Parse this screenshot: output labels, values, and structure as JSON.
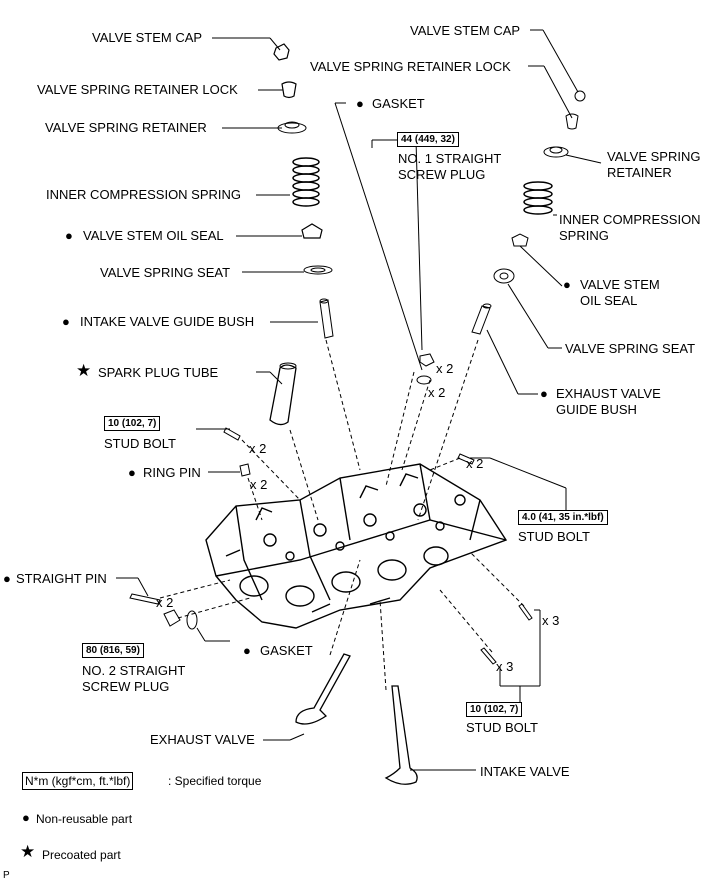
{
  "labels": {
    "valve_stem_cap_l": "VALVE STEM CAP",
    "retainer_lock_l": "VALVE SPRING RETAINER LOCK",
    "retainer_l": "VALVE SPRING RETAINER",
    "inner_spring_l": "INNER COMPRESSION SPRING",
    "oil_seal_l": "VALVE STEM OIL SEAL",
    "spring_seat_l": "VALVE SPRING SEAT",
    "intake_bush": "INTAKE VALVE GUIDE BUSH",
    "spark_tube": "SPARK PLUG TUBE",
    "stud_bolt_a": "STUD BOLT",
    "ring_pin": "RING PIN",
    "straight_pin": "STRAIGHT PIN",
    "no2_plug_1": "NO. 2 STRAIGHT",
    "no2_plug_2": "SCREW PLUG",
    "gasket_lower": "GASKET",
    "exhaust_valve": "EXHAUST VALVE",
    "intake_valve": "INTAKE VALVE",
    "gasket_upper": "GASKET",
    "no1_plug_1": "NO. 1 STRAIGHT",
    "no1_plug_2": "SCREW PLUG",
    "valve_stem_cap_r": "VALVE STEM CAP",
    "retainer_lock_r": "VALVE SPRING RETAINER LOCK",
    "retainer_r1": "VALVE SPRING",
    "retainer_r2": "RETAINER",
    "inner_spring_r1": "INNER COMPRESSION",
    "inner_spring_r2": "SPRING",
    "oil_seal_r1": "VALVE STEM",
    "oil_seal_r2": "OIL SEAL",
    "spring_seat_r": "VALVE SPRING SEAT",
    "exh_bush_1": "EXHAUST VALVE",
    "exh_bush_2": "GUIDE BUSH",
    "stud_bolt_b": "STUD BOLT",
    "stud_bolt_c": "STUD BOLT"
  },
  "torques": {
    "stud_a": "10 (102, 7)",
    "no2_plug": "80 (816, 59)",
    "no1_plug": "44 (449, 32)",
    "stud_b": "4.0 (41, 35 in.*lbf)",
    "stud_c": "10 (102, 7)"
  },
  "qty": {
    "q1": "x 2",
    "q2": "x 2",
    "q3": "x 2",
    "q4": "x 2",
    "q5": "x 2",
    "q6": "x 2",
    "q7": "x 3",
    "q8": "x 3"
  },
  "legend": {
    "torque_box": "N*m (kgf*cm, ft.*lbf)",
    "torque_text": ": Specified torque",
    "nonreusable": "Non-reusable part",
    "precoated": "Precoated part"
  },
  "footer": "P",
  "symbols": {
    "dot": "●",
    "star": "★"
  }
}
